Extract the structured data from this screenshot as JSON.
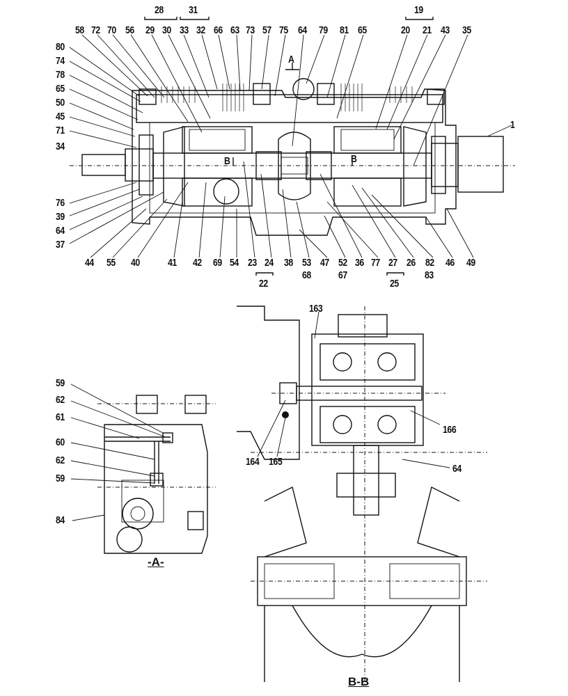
{
  "top_view": {
    "labels_top": [
      "58",
      "72",
      "70",
      "56",
      "29",
      "30",
      "33",
      "32",
      "66",
      "63",
      "73",
      "57",
      "75",
      "64",
      "79",
      "81",
      "65",
      "20",
      "21",
      "43",
      "35"
    ],
    "group_labels": [
      "28",
      "31",
      "19"
    ],
    "section_marks": [
      "A",
      "B",
      "B"
    ],
    "labels_left": [
      "80",
      "74",
      "78",
      "65",
      "50",
      "45",
      "71",
      "34",
      "76",
      "39",
      "64",
      "37"
    ],
    "labels_right": [
      "1"
    ],
    "labels_bottom": [
      "44",
      "55",
      "40",
      "41",
      "42",
      "69",
      "54",
      "23",
      "24",
      "38",
      "53",
      "47",
      "52",
      "36",
      "77",
      "27",
      "26",
      "82",
      "46",
      "49"
    ],
    "labels_bottom_row2": [
      "22",
      "68",
      "67",
      "25",
      "83"
    ]
  },
  "view_a": {
    "labels": [
      "59",
      "62",
      "61",
      "60",
      "62",
      "59",
      "84"
    ],
    "caption": "-A-"
  },
  "view_bb": {
    "labels": [
      "163",
      "166",
      "164",
      "165",
      "64"
    ],
    "caption": "B-B"
  }
}
